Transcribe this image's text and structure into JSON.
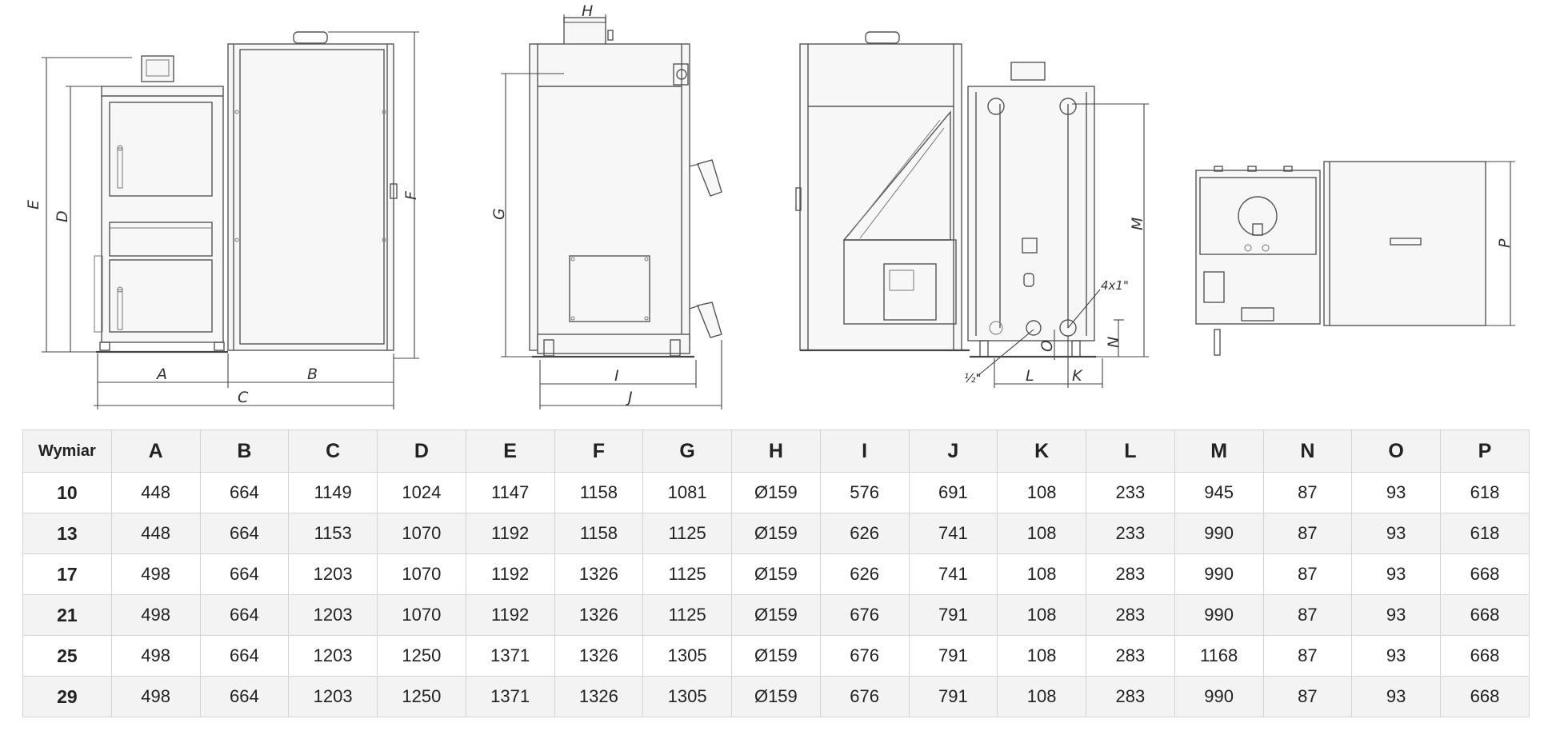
{
  "drawing": {
    "labels": {
      "A": "A",
      "B": "B",
      "C": "C",
      "D": "D",
      "E": "E",
      "F": "F",
      "G": "G",
      "H": "H",
      "I": "I",
      "J": "J",
      "K": "K",
      "L": "L",
      "M": "M",
      "N": "N",
      "O": "O",
      "P": "P",
      "half_inch": "½\"",
      "four_by_one": "4x1\""
    }
  },
  "table": {
    "header": [
      "Wymiar",
      "A",
      "B",
      "C",
      "D",
      "E",
      "F",
      "G",
      "H",
      "I",
      "J",
      "K",
      "L",
      "M",
      "N",
      "O",
      "P"
    ],
    "rows": [
      [
        "10",
        "448",
        "664",
        "1149",
        "1024",
        "1147",
        "1158",
        "1081",
        "Ø159",
        "576",
        "691",
        "108",
        "233",
        "945",
        "87",
        "93",
        "618"
      ],
      [
        "13",
        "448",
        "664",
        "1153",
        "1070",
        "1192",
        "1158",
        "1125",
        "Ø159",
        "626",
        "741",
        "108",
        "233",
        "990",
        "87",
        "93",
        "618"
      ],
      [
        "17",
        "498",
        "664",
        "1203",
        "1070",
        "1192",
        "1326",
        "1125",
        "Ø159",
        "626",
        "741",
        "108",
        "283",
        "990",
        "87",
        "93",
        "668"
      ],
      [
        "21",
        "498",
        "664",
        "1203",
        "1070",
        "1192",
        "1326",
        "1125",
        "Ø159",
        "676",
        "791",
        "108",
        "283",
        "990",
        "87",
        "93",
        "668"
      ],
      [
        "25",
        "498",
        "664",
        "1203",
        "1250",
        "1371",
        "1326",
        "1305",
        "Ø159",
        "676",
        "791",
        "108",
        "283",
        "1168",
        "87",
        "93",
        "668"
      ],
      [
        "29",
        "498",
        "664",
        "1203",
        "1250",
        "1371",
        "1326",
        "1305",
        "Ø159",
        "676",
        "791",
        "108",
        "283",
        "990",
        "87",
        "93",
        "668"
      ]
    ]
  }
}
